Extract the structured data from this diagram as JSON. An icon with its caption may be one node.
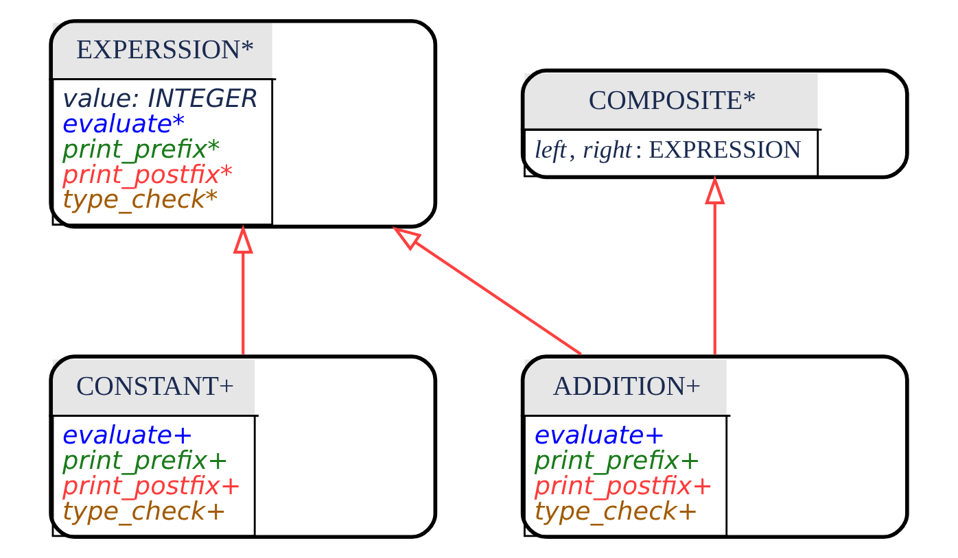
{
  "diagram": {
    "nodes": [
      {
        "text": [
          "EXPERSSION*",
          "value: INTEGER",
          "evaluate*",
          "print_prefix*",
          "print_postfix*",
          "type_check*"
        ]
      },
      {
        "text": [
          "COMPOSITE*",
          "*left*, *right*: EXPRESSION"
        ]
      },
      {
        "text": [
          "CONSTANT+",
          "evaluate+",
          "print_prefix+",
          "print_postfix+",
          "type_check+"
        ]
      },
      {
        "text": [
          "ADDITION+",
          "evaluate+",
          "print_prefix+",
          "print_postfix+",
          "type_check+"
        ]
      }
    ],
    "edges": [
      {
        "from": 2,
        "to": 0,
        "arrow": "to"
      },
      {
        "from": 3,
        "to": 0,
        "arrow": "to"
      },
      {
        "from": 3,
        "to": 1,
        "arrow": "to"
      }
    ]
  }
}
